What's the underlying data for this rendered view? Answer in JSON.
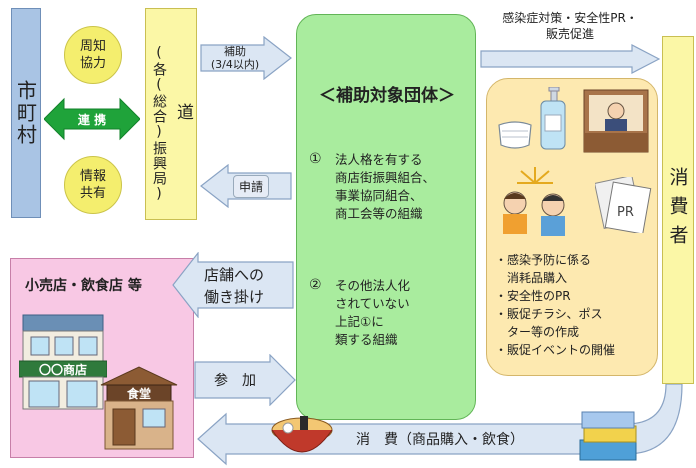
{
  "municipality": {
    "label": "市町村"
  },
  "prefecture": {
    "label": "道",
    "bureau": "(各(総合)振興局)"
  },
  "circles": {
    "top": [
      "周知",
      "協力"
    ],
    "bottom": [
      "情報",
      "共有"
    ]
  },
  "cooperation": {
    "label": "連 携"
  },
  "subsidy_arrow": {
    "label": "補助",
    "rate": "(3/4以内)"
  },
  "apply_arrow": {
    "label": "申請"
  },
  "target": {
    "title": "＜補助対象団体＞",
    "item1_num": "①",
    "item1_lines": [
      "法人格を有する",
      "商店街振興組合、",
      "事業協同組合、",
      "商工会等の組織"
    ],
    "item2_num": "②",
    "item2_lines": [
      "その他法人化",
      "されていない",
      "上記①に",
      "類する組織"
    ]
  },
  "top_right_arrow": {
    "lines": [
      "感染症対策・安全性PR・",
      "販売促進"
    ]
  },
  "measures": {
    "items": [
      "・感染予防に係る",
      "　消耗品購入",
      "・安全性のPR",
      "・販促チラシ、ポス",
      "　ター等の作成",
      "・販促イベントの開催"
    ],
    "pr_badge": "PR"
  },
  "consumer": {
    "label": "消費者"
  },
  "shops": {
    "title": "小売店・飲食店 等",
    "store_sign": "〇〇商店",
    "restaurant_sign": "食堂"
  },
  "work_arrow": {
    "lines": [
      "店舗への",
      "働き掛け"
    ]
  },
  "join_arrow": {
    "label": "参　加"
  },
  "consume_arrow": {
    "label": "消　費（商品購入・飲食）"
  },
  "colors": {
    "blue_panel": "#a9c4e4",
    "yellow_panel": "#fbf7a6",
    "green_panel": "#a9ec9e",
    "beige_panel": "#fde9b0",
    "pink_panel": "#f8c8e4",
    "arrow_fill": "#dbe6f3",
    "arrow_stroke": "#8aa3c4",
    "circle_fill": "#f4ee6e",
    "green_arrow": "#1fa33a"
  }
}
